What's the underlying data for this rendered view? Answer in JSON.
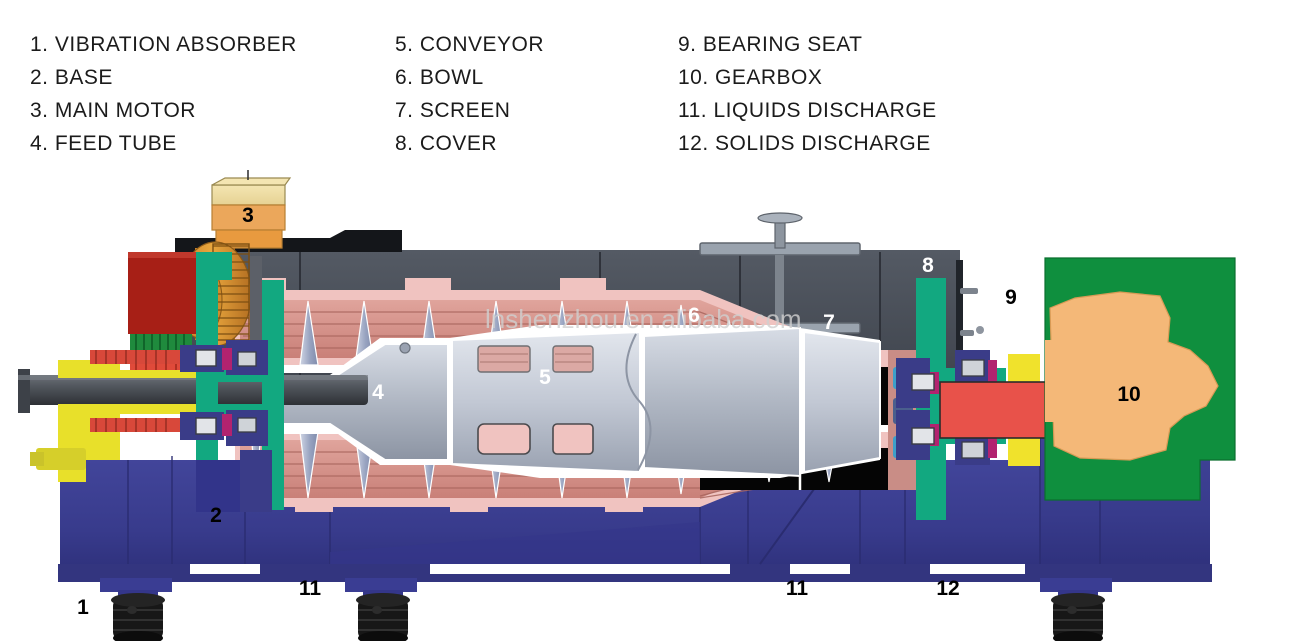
{
  "legend": {
    "columns": [
      [
        {
          "num": "1.",
          "label": "VIBRATION ABSORBER",
          "text": "1. VIBRATION ABSORBER"
        },
        {
          "num": "2.",
          "label": "BASE",
          "text": "2. BASE"
        },
        {
          "num": "3.",
          "label": "MAIN MOTOR",
          "text": "3. MAIN MOTOR"
        },
        {
          "num": "4.",
          "label": "FEED TUBE",
          "text": "4. FEED TUBE"
        }
      ],
      [
        {
          "num": "5.",
          "label": "CONVEYOR",
          "text": "5. CONVEYOR"
        },
        {
          "num": "6.",
          "label": "BOWL",
          "text": "6. BOWL"
        },
        {
          "num": "7.",
          "label": "SCREEN",
          "text": "7. SCREEN"
        },
        {
          "num": "8.",
          "label": "COVER",
          "text": "8. COVER"
        }
      ],
      [
        {
          "num": "9.",
          "label": "BEARING SEAT",
          "text": "9. BEARING SEAT"
        },
        {
          "num": "10.",
          "label": "GEARBOX",
          "text": "10. GEARBOX"
        },
        {
          "num": "11.",
          "label": "LIQUIDS DISCHARGE",
          "text": "11. LIQUIDS DISCHARGE"
        },
        {
          "num": "12.",
          "label": "SOLIDS DISCHARGE",
          "text": "12. SOLIDS DISCHARGE"
        }
      ]
    ]
  },
  "watermark": {
    "text": "lnshenzhou.en.alibaba.com"
  },
  "callouts": [
    {
      "id": "1",
      "text": "1",
      "part": "vibration-absorber",
      "style": "dark"
    },
    {
      "id": "2",
      "text": "2",
      "part": "base",
      "style": "dark"
    },
    {
      "id": "3",
      "text": "3",
      "part": "main-motor",
      "style": "dark"
    },
    {
      "id": "4",
      "text": "4",
      "part": "feed-tube",
      "style": "light"
    },
    {
      "id": "5",
      "text": "5",
      "part": "conveyor",
      "style": "light"
    },
    {
      "id": "6",
      "text": "6",
      "part": "bowl",
      "style": "light"
    },
    {
      "id": "7",
      "text": "7",
      "part": "screen",
      "style": "light"
    },
    {
      "id": "8",
      "text": "8",
      "part": "cover",
      "style": "light"
    },
    {
      "id": "9",
      "text": "9",
      "part": "bearing-seat",
      "style": "dark"
    },
    {
      "id": "10",
      "text": "10",
      "part": "gearbox",
      "style": "dark"
    },
    {
      "id": "11a",
      "text": "11",
      "part": "liquids-discharge",
      "style": "dark"
    },
    {
      "id": "11b",
      "text": "11",
      "part": "liquids-discharge",
      "style": "dark"
    },
    {
      "id": "12",
      "text": "12",
      "part": "solids-discharge",
      "style": "dark"
    }
  ],
  "colors": {
    "background": "#ffffff",
    "legend_text": "#1b1b1b",
    "base_blue": "#3c3f90",
    "base_blue_dark": "#2f3176",
    "cover_gray": "#4a4f58",
    "cover_gray_dark": "#33373e",
    "bowl_salmon": "#d79089",
    "bowl_pink": "#f0c3c0",
    "teal": "#12a880",
    "green_gearbox": "#0f8f3e",
    "gear_orange": "#f4b878",
    "motor_red": "#aa1f16",
    "motor_tan": "#f0dca0",
    "motor_orange": "#e8952e",
    "yellow_seal": "#e8e02a",
    "shaft_gray": "#4b4f55",
    "conveyor_silver": "#b9bfc9",
    "flight_blue": "#9aa6c4",
    "navy": "#2e3080",
    "screen_black": "#050505",
    "foot_black": "#151515",
    "watermark": "#cfcfcf"
  }
}
